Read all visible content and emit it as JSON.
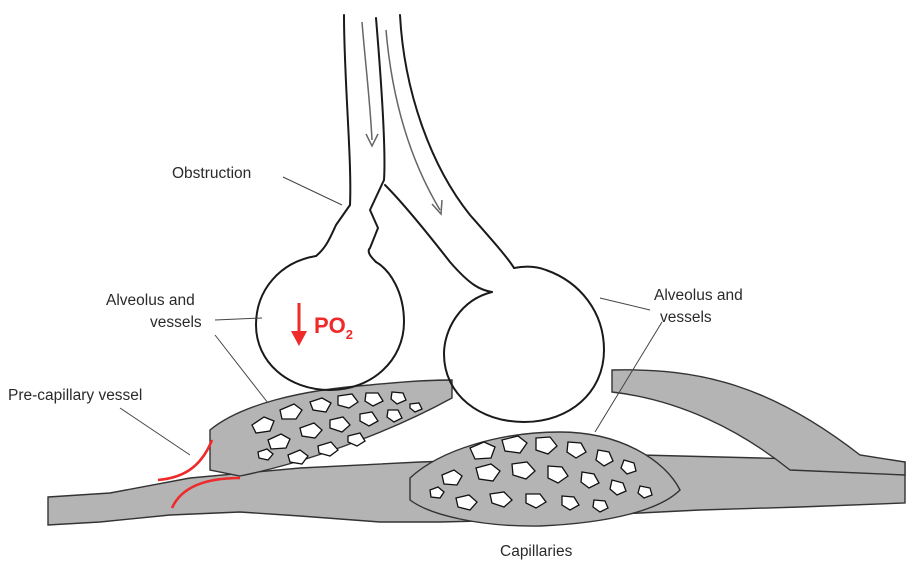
{
  "labels": {
    "obstruction": "Obstruction",
    "alveolus_left_line1": "Alveolus and",
    "alveolus_left_line2": "vessels",
    "alveolus_right_line1": "Alveolus and",
    "alveolus_right_line2": "vessels",
    "precapillary": "Pre-capillary vessel",
    "capillaries": "Capillaries",
    "po2_main": "PO",
    "po2_sub": "2"
  },
  "colors": {
    "highlight": "#ee2a2a",
    "vessel_fill": "#b4b4b4",
    "outline": "#1a1a1a"
  },
  "icons": {
    "po2_arrow": "down-arrow-icon"
  }
}
